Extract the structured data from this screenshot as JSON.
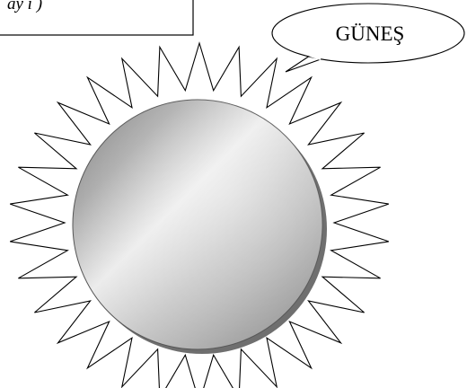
{
  "top_box": {
    "text": "ay ı )"
  },
  "speech_bubble": {
    "text": "GÜNEŞ"
  },
  "sun": {
    "ray_count": 30
  },
  "colors": {
    "outline": "#000000",
    "sun_fill": "#ffffff",
    "disc_light": "#e9e9e9",
    "disc_mid": "#c4c4c4",
    "disc_dark": "#888888",
    "disc_shadow": "#7a7a7a"
  }
}
